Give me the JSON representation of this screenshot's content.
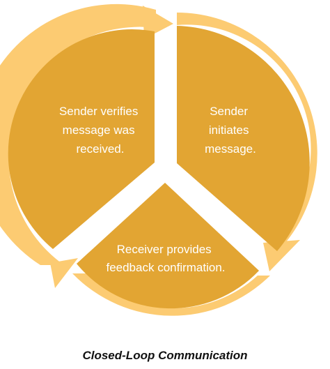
{
  "colors": {
    "ring": "#FCCB72",
    "segment": "#E2A533",
    "background": "#FFFFFF",
    "segment_text": "#FFFFFF"
  },
  "segments": [
    {
      "name": "sender-verifies",
      "lines": [
        "Sender verifies",
        "message was",
        "received."
      ]
    },
    {
      "name": "sender-initiates",
      "lines": [
        "Sender",
        "initiates",
        "message."
      ]
    },
    {
      "name": "receiver-provides",
      "lines": [
        "Receiver provides",
        "feedback confirmation."
      ]
    }
  ],
  "caption": "Closed-Loop Communication"
}
